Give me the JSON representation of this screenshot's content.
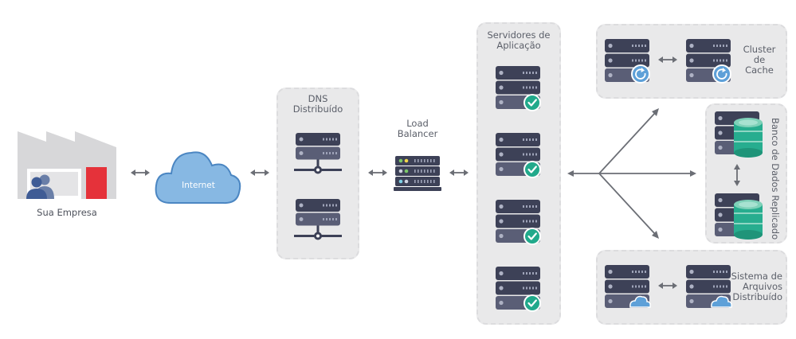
{
  "labels": {
    "company": "Sua Empresa",
    "internet": "Internet",
    "dns_line1": "DNS",
    "dns_line2": "Distribuído",
    "lb_line1": "Load",
    "lb_line2": "Balancer",
    "app_line1": "Servidores de",
    "app_line2": "Aplicação",
    "cache_line1": "Cluster",
    "cache_line2": "de",
    "cache_line3": "Cache",
    "db": "Banco de Dados Replicado",
    "fs_line1": "Sistema de",
    "fs_line2": "Arquivos",
    "fs_line3": "Distribuído"
  },
  "icons": {
    "factory": "factory-icon",
    "cloud": "cloud-icon",
    "server": "server-icon",
    "check": "check-badge-icon",
    "refresh": "refresh-badge-icon",
    "database": "database-icon",
    "file_cloud": "cloud-badge-icon"
  },
  "colors": {
    "panel": "#e9e9ea",
    "server_dark": "#3d4157",
    "server_mid": "#5a5e76",
    "check_green": "#21a98b",
    "db_green": "#27ad8f",
    "cloud_blue": "#6fa9dc",
    "factory_red": "#e5323a",
    "people_blue": "#4d6fa8",
    "arrow": "#6b6e75"
  }
}
